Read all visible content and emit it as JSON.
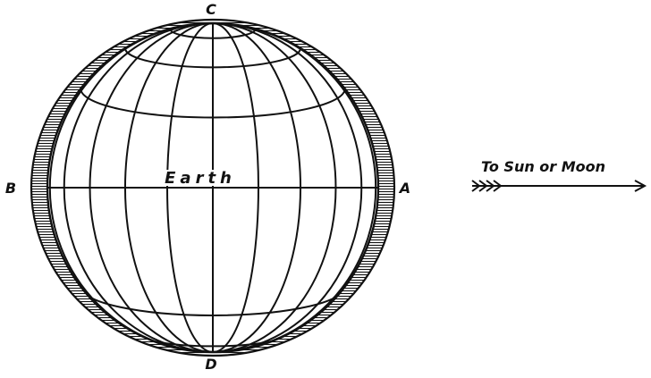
{
  "labels": {
    "top": "C",
    "bottom": "D",
    "left": "B",
    "right": "A",
    "center": "Earth",
    "arrow": "To Sun or Moon"
  },
  "colors": {
    "ink": "#111111",
    "background": "#ffffff"
  }
}
